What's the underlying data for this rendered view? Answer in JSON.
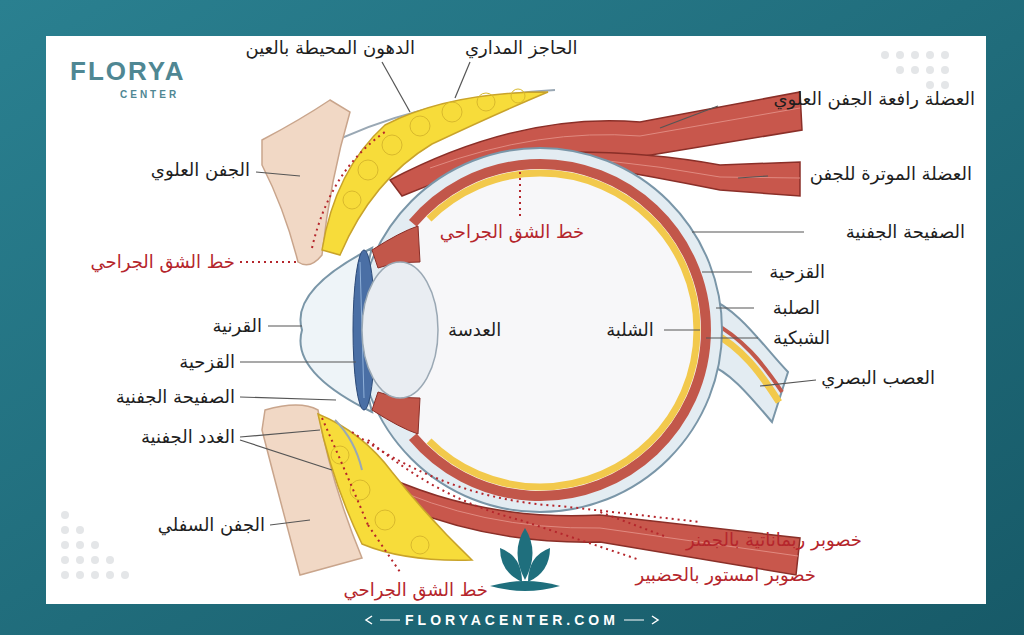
{
  "diagram": {
    "labels": [
      "الدهون المحيطة بالعين",
      "الحاجز المداري",
      "العضلة رافعة الجفن العلوي",
      "العضلة الموترة للجفن",
      "الجفن العلوي",
      "الصفيحة الجفنية",
      "خط الشق الجراحي",
      "خط الشق الجراحي",
      "القزحية",
      "الصلبة",
      "الشبكية",
      "الشلبة",
      "العدسة",
      "القرنية",
      "القزحية",
      "الصفيحة الجفنية",
      "الغدد الجفنية",
      "العصب البصري",
      "الجفن السفلي",
      "خصوبر ربماناتية بالجمنر",
      "خصوبر امستور بالحضبير",
      "خط الشق الجراحي",
      "FLORYA",
      "CENTER",
      "FLORYACENTER.COM"
    ]
  }
}
